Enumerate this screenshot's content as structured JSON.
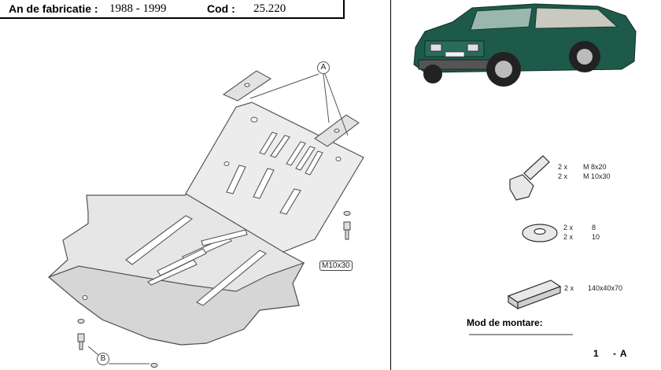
{
  "header": {
    "year_label": "An de fabricatie :",
    "year_value": "1988 - 1999",
    "code_label": "Cod :",
    "code_value": "25.220"
  },
  "diagram": {
    "callout_a": "A",
    "callout_b": "B",
    "bolt_label": "M10x30"
  },
  "parts": {
    "bolt": {
      "qty": [
        "2 x",
        "2 x"
      ],
      "spec": [
        "M 8x20",
        "M 10x30"
      ]
    },
    "washer": {
      "qty": [
        "2 x",
        "2 x"
      ],
      "spec": [
        "8",
        "10"
      ]
    },
    "plate": {
      "qty": "2 x",
      "spec": "140x40x70"
    }
  },
  "mounting": {
    "title": "Mod de montare:",
    "code": "1    - A"
  },
  "colors": {
    "plate_fill": "#e6e6e6",
    "plate_stroke": "#555555",
    "car_body": "#1d5a4a"
  }
}
